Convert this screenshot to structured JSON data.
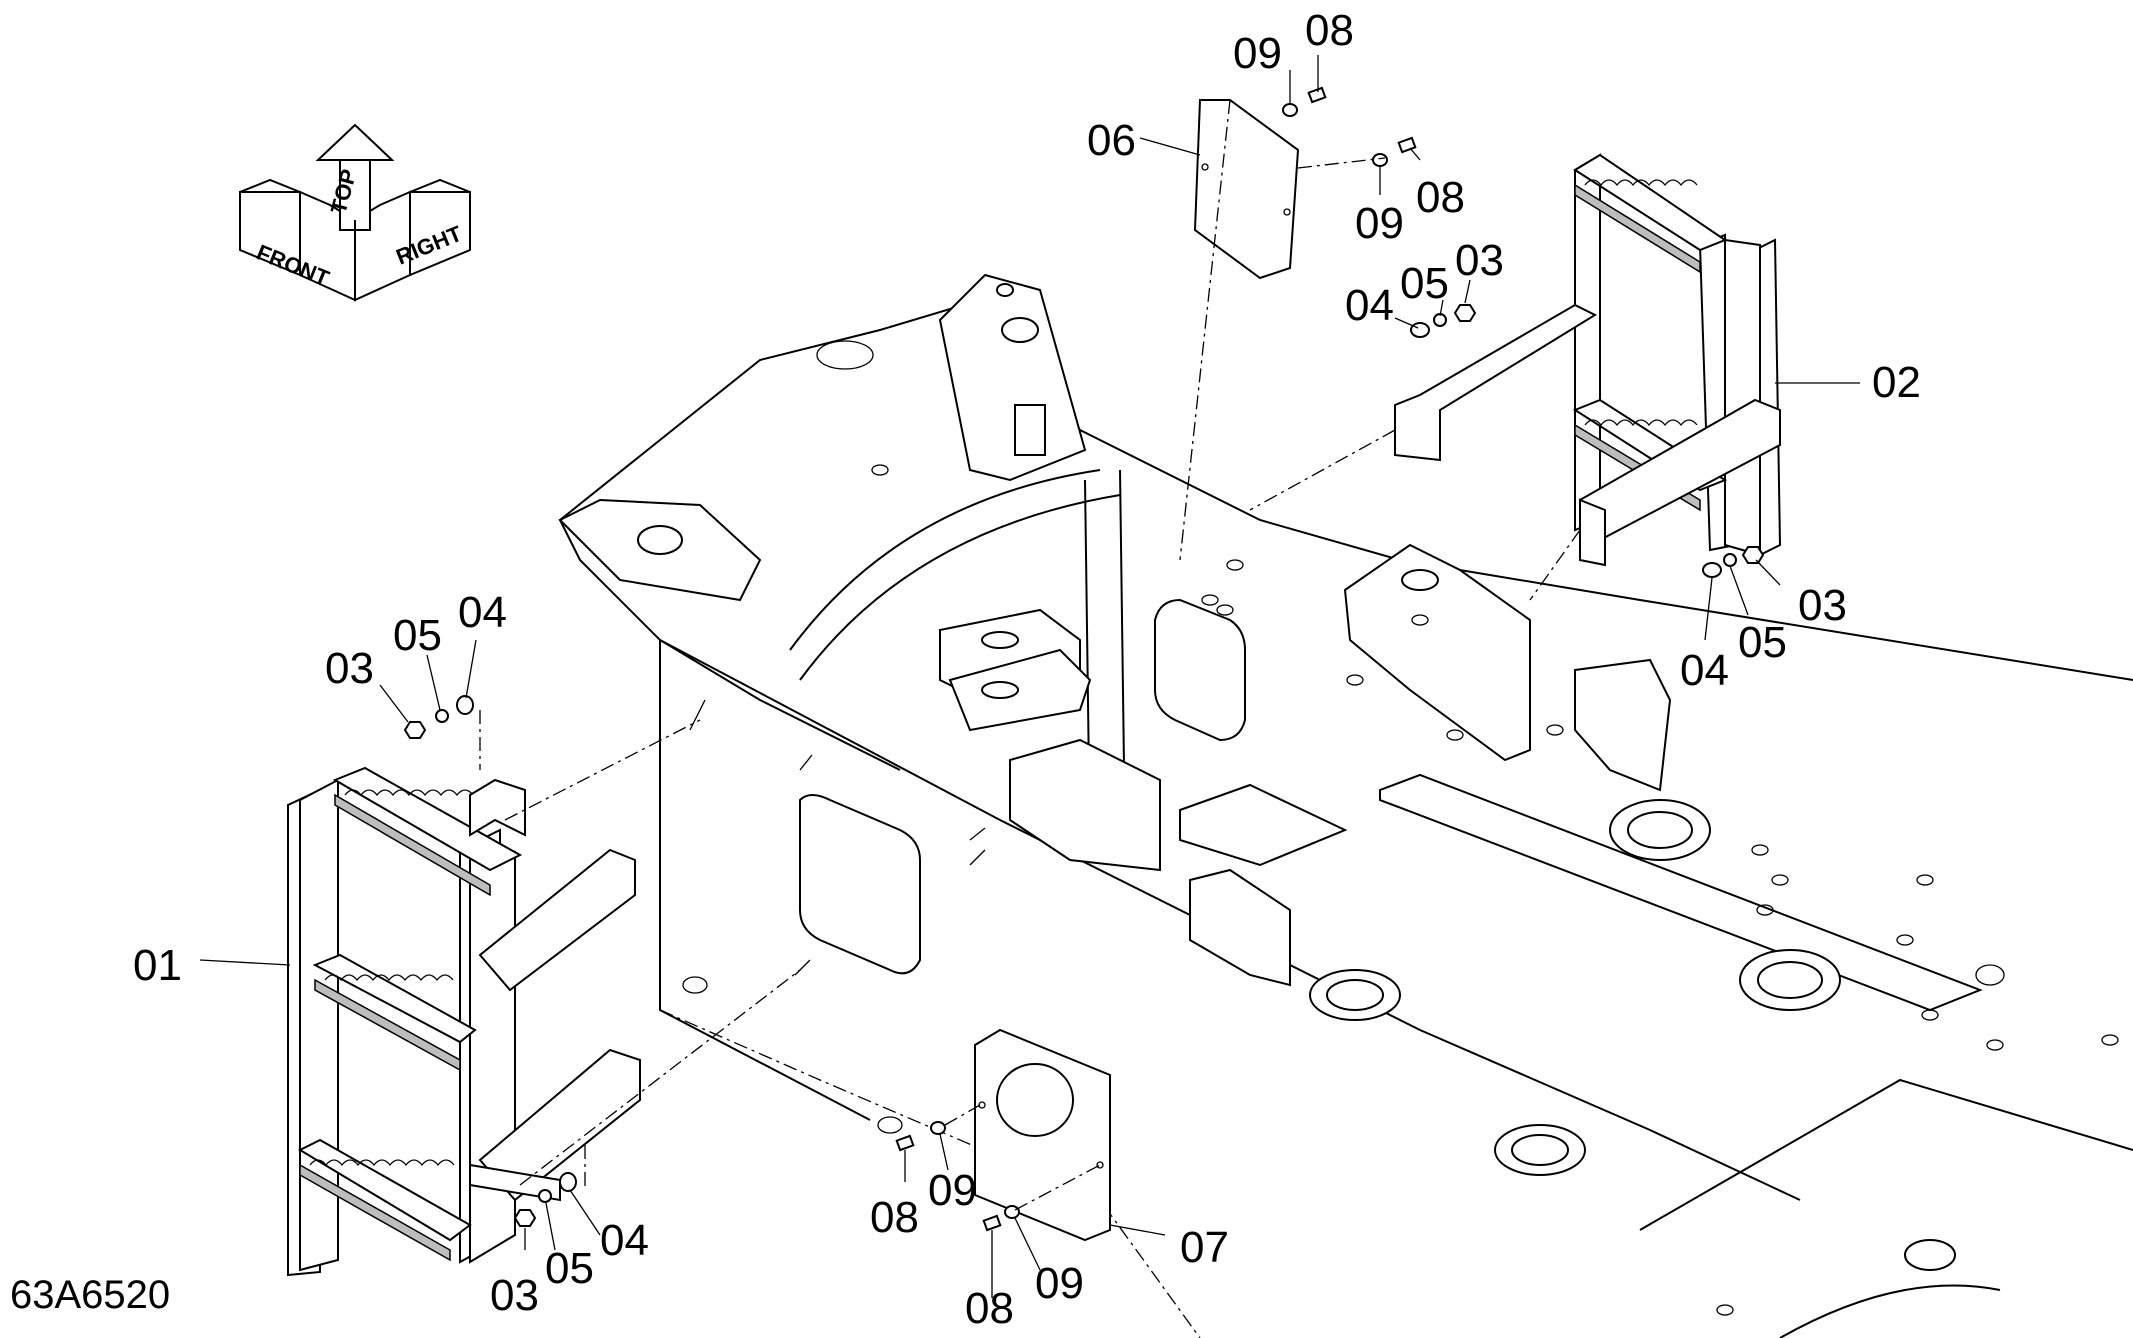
{
  "drawing_code": "63A6520",
  "orientation": {
    "front": "FRONT",
    "top": "TOP",
    "right": "RIGHT"
  },
  "callouts": [
    {
      "id": "c01",
      "text": "01"
    },
    {
      "id": "c02",
      "text": "02"
    },
    {
      "id": "c03a",
      "text": "03"
    },
    {
      "id": "c03b",
      "text": "03"
    },
    {
      "id": "c03c",
      "text": "03"
    },
    {
      "id": "c03d",
      "text": "03"
    },
    {
      "id": "c04a",
      "text": "04"
    },
    {
      "id": "c04b",
      "text": "04"
    },
    {
      "id": "c04c",
      "text": "04"
    },
    {
      "id": "c04d",
      "text": "04"
    },
    {
      "id": "c05a",
      "text": "05"
    },
    {
      "id": "c05b",
      "text": "05"
    },
    {
      "id": "c05c",
      "text": "05"
    },
    {
      "id": "c05d",
      "text": "05"
    },
    {
      "id": "c06",
      "text": "06"
    },
    {
      "id": "c07",
      "text": "07"
    },
    {
      "id": "c08a",
      "text": "08"
    },
    {
      "id": "c08b",
      "text": "08"
    },
    {
      "id": "c08c",
      "text": "08"
    },
    {
      "id": "c08d",
      "text": "08"
    },
    {
      "id": "c09a",
      "text": "09"
    },
    {
      "id": "c09b",
      "text": "09"
    },
    {
      "id": "c09c",
      "text": "09"
    },
    {
      "id": "c09d",
      "text": "09"
    }
  ]
}
